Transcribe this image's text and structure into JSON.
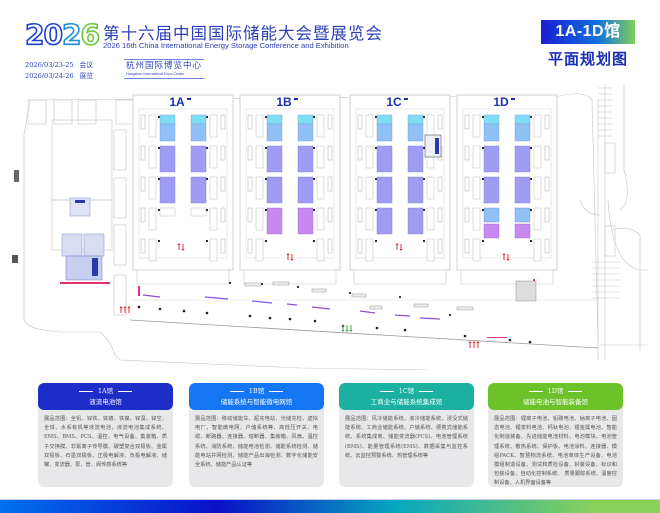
{
  "header": {
    "logo_year_digits": [
      "2",
      "0",
      "2",
      "6"
    ],
    "title_cn": "第十六届中国国际储能大会暨展览会",
    "title_en": "2026 16th China International Energy Storage Conference and Exhibition",
    "schedule": [
      {
        "dates": "2026/03/23-25",
        "event": "会议"
      },
      {
        "dates": "2026/03/24-26",
        "event": "展览"
      }
    ],
    "venue_cn": "杭州国际博览中心",
    "venue_en": "Hangzhou International Expo Center",
    "badge": "1A-1D馆",
    "subtitle": "平面规划图"
  },
  "map": {
    "halls": [
      {
        "id": "1A"
      },
      {
        "id": "1B"
      },
      {
        "id": "1C"
      },
      {
        "id": "1D"
      }
    ],
    "colors": {
      "booth_cyan": "#7fdcf5",
      "booth_blue": "#8fc1f7",
      "booth_indigo": "#a09cf3",
      "booth_purple": "#c987f0",
      "line": "#bfbfbf",
      "entrance_red": "#e0303a",
      "exit_green": "#33b04a"
    }
  },
  "cards": [
    {
      "hall": "1A馆",
      "theme": "液流电池馆",
      "color": "#1d2dc7",
      "body": "展品范围：全钒、锌铁、铁铬、铁镍、锌溴、锌空、全铁、水系有机等液流电池，液流电池集成系统、EMS、BMS、PCS、温控、电气设备、集装箱、质子交换膜、非氟离子传导膜、碳塑复合双极板、金属双极板、石墨双极板、正极电解液、负极电解液、储罐、变流器、泵、管、阀传感系统等"
    },
    {
      "hall": "1B馆",
      "theme": "储能系统与智能微电网馆",
      "color": "#1476f2",
      "body": "展品范围：移动储能车、超充电站、光储充检、虚拟电厂、智能微电网、户储系统等、高低压开关、电缆、断路器、连接器、熔断器、集装箱、风扇、温控系统、消防系统、储能电池检测、储能系统检测、储能电站并网检测、储能产品出海检测、数字化储能安全系统、储能产品认证等"
    },
    {
      "hall": "1C馆",
      "theme": "工商业与储能系统集成馆",
      "color": "#1bb0a0",
      "body": "展品范围：风冷储能系统、液冷储能系统、浸没式储能系统、工商业储能系统、户储系统、便携式储能系统、系统集成商、储能变流器(PCS)、电池管理系统(BMS)、能量管理系统(EMS)、数据采集与监控系统、云监控预警系统、热管理系统等"
    },
    {
      "hall": "1D馆",
      "theme": "储能电池与智能装备馆",
      "color": "#6cc22a",
      "body": "展品范围：锂离子电池、铅碳电池、钠离子电池、固态电池、锂浆料电池、钙钛电池、锂金属电池、智能化制造装备、先进储能电池材料、电池模块、电池管理系统、散热系统、保护板、电池涂料、连接器、模组PACK、智慧物流系统、电池单体生产设备、电池模组制造设备、测试和质检设备、封装设备、标识和包装设备、自动化控制系统、 质量跟踪系统、温度控制设备、人机界面设备等"
    }
  ]
}
